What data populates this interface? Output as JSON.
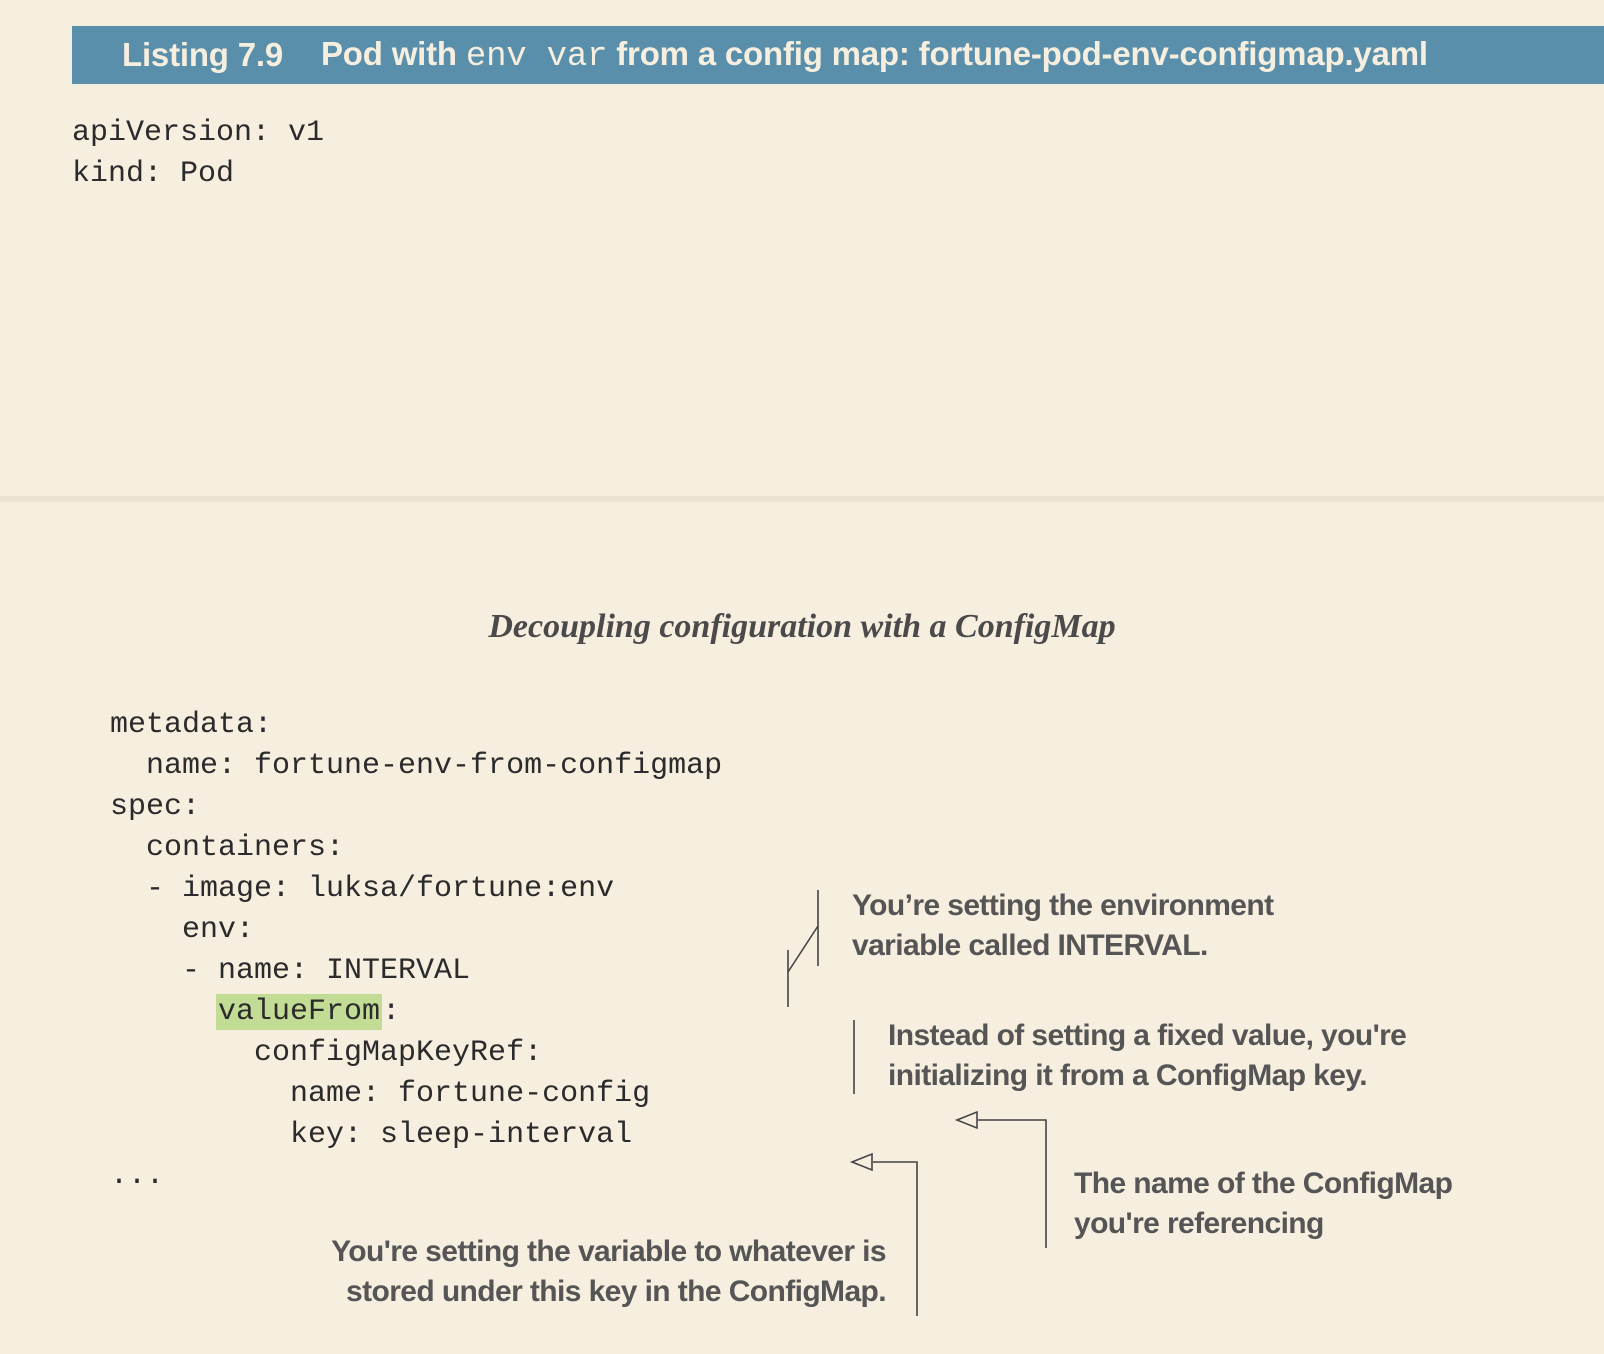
{
  "listing": {
    "number": "Listing 7.9",
    "title_prefix": "Pod with",
    "title_code": "env var",
    "title_suffix": "from a config map: fortune-pod-env-configmap.yaml"
  },
  "top_code": [
    "apiVersion: v1",
    "kind: Pod"
  ],
  "running_head": "Decoupling configuration with a ConfigMap",
  "bottom_code": {
    "metadata": "metadata:",
    "name": "  name: fortune-env-from-configmap",
    "spec": "spec:",
    "containers": "  containers:",
    "image": "  - image: luksa/fortune:env",
    "env": "    env:",
    "env_name": "    - name: INTERVAL",
    "value_from_indent": "      ",
    "value_from_key": "valueFrom",
    "value_from_colon": ":",
    "config_map_key_ref": "        configMapKeyRef:",
    "ref_name": "          name: fortune-config",
    "ref_key": "          key: sleep-interval",
    "ellipsis": "..."
  },
  "annotations": {
    "env_var": [
      "You’re setting the environment",
      "variable called INTERVAL."
    ],
    "value_from": [
      "Instead of setting a fixed value, you're",
      "initializing it from a ConfigMap key."
    ],
    "configmap_name": [
      "The name of the ConfigMap",
      "you're referencing"
    ],
    "configmap_key": [
      "You're setting the variable to whatever is",
      "stored under this key in the ConfigMap."
    ]
  },
  "colors": {
    "header_background": "#5a8fab",
    "page_background": "#f6eedf",
    "highlight": "#c2dc95"
  }
}
